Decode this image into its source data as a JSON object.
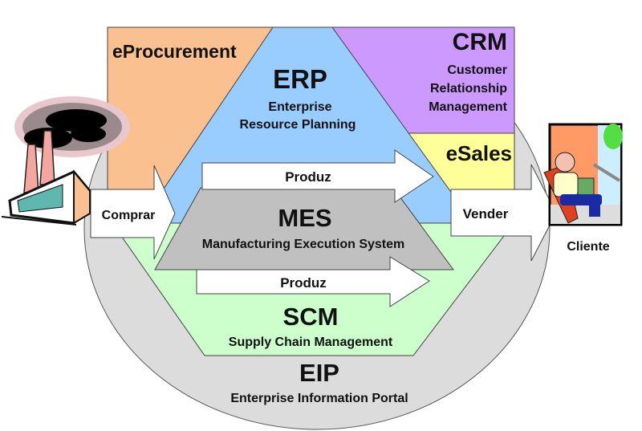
{
  "diagram": {
    "colors": {
      "eip_circle": "#dcdcdc",
      "eprocurement": "#fac08f",
      "erp": "#99ccff",
      "crm": "#cc99ff",
      "esales": "#ffff99",
      "mes": "#c0c0c0",
      "scm": "#ccffcc",
      "arrow": "#ffffff",
      "outline": "#333333"
    },
    "eprocurement": {
      "label": "eProcurement"
    },
    "erp": {
      "title": "ERP",
      "line1": "Enterprise",
      "line2": "Resource Planning"
    },
    "crm": {
      "title": "CRM",
      "line1": "Customer",
      "line2": "Relationship",
      "line3": "Management"
    },
    "esales": {
      "label": "eSales"
    },
    "mes": {
      "title": "MES",
      "subtitle": "Manufacturing Execution System"
    },
    "scm": {
      "title": "SCM",
      "subtitle": "Supply Chain Management"
    },
    "eip": {
      "title": "EIP",
      "subtitle": "Enterprise Information Portal"
    },
    "arrows": {
      "comprar": "Comprar",
      "produz_top": "Produz",
      "produz_bottom": "Produz",
      "vender": "Vender"
    },
    "factory": {
      "icon": "factory-icon"
    },
    "cliente": {
      "label": "Cliente",
      "icon": "customer-laptop-icon"
    }
  }
}
